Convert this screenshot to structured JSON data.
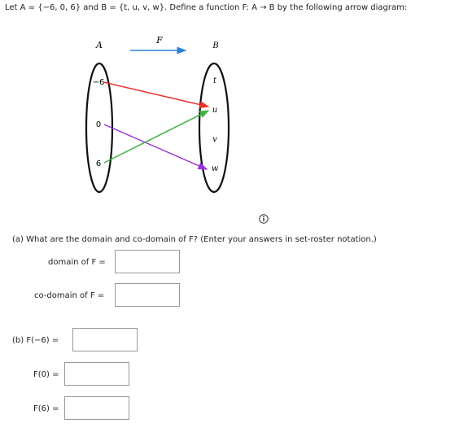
{
  "prompt": {
    "text": "Let A = {−6, 0, 6} and B = {t, u, v, w}. Define a function F: A → B by the following arrow diagram:"
  },
  "diagram": {
    "function_label": "F",
    "set_a": {
      "label": "A",
      "elements": [
        "−6",
        "0",
        "6"
      ]
    },
    "set_b": {
      "label": "B",
      "elements": [
        "t",
        "u",
        "v",
        "w"
      ]
    },
    "mappings": [
      {
        "from": "−6",
        "to": "u",
        "color": "#e8312f"
      },
      {
        "from": "0",
        "to": "w",
        "color": "#9b30d9"
      },
      {
        "from": "6",
        "to": "u",
        "color": "#3cb043"
      }
    ],
    "top_arrow_color": "#2f7fd8"
  },
  "info_icon": "info-icon",
  "part_a": {
    "question": "(a)  What are the domain and co-domain of F? (Enter your answers in set-roster notation.)",
    "domain_label": "domain of F  =",
    "domain_value": "",
    "codomain_label": "co-domain of F  =",
    "codomain_value": ""
  },
  "part_b": {
    "label_f_neg6": "(b)  F(−6)  =",
    "value_f_neg6": "",
    "label_f_0": "F(0)  =",
    "value_f_0": "",
    "label_f_6": "F(6)  =",
    "value_f_6": ""
  }
}
